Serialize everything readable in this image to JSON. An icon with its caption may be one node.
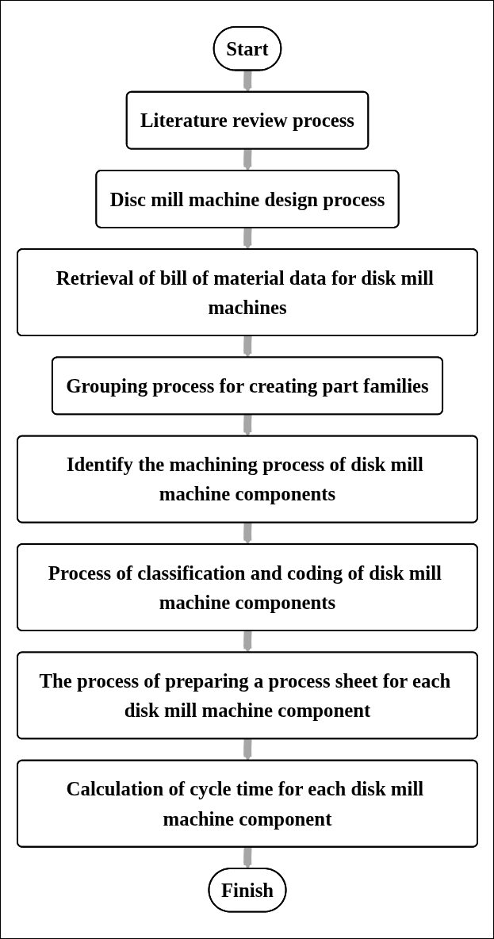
{
  "diagram": {
    "nodes": [
      {
        "text": [
          "Start"
        ]
      },
      {
        "text": [
          "Literature review process"
        ]
      },
      {
        "text": [
          "Disc mill machine design process"
        ]
      },
      {
        "text": [
          "Retrieval of bill of material data for disk mill machines"
        ]
      },
      {
        "text": [
          "Grouping process for creating part families"
        ]
      },
      {
        "text": [
          "Identify the machining process of disk mill machine components"
        ]
      },
      {
        "text": [
          "Process of classification and coding of disk mill machine components"
        ]
      },
      {
        "text": [
          "The process of preparing a process sheet for each disk mill machine component"
        ]
      },
      {
        "text": [
          "Calculation of cycle time for each disk mill machine component"
        ]
      },
      {
        "text": [
          "Finish"
        ]
      }
    ],
    "edges": [
      {
        "from": 0,
        "to": 1,
        "arrow": "to"
      },
      {
        "from": 1,
        "to": 2,
        "arrow": "to"
      },
      {
        "from": 2,
        "to": 3,
        "arrow": "to"
      },
      {
        "from": 3,
        "to": 4,
        "arrow": "to"
      },
      {
        "from": 4,
        "to": 5,
        "arrow": "to"
      },
      {
        "from": 5,
        "to": 6,
        "arrow": "to"
      },
      {
        "from": 6,
        "to": 7,
        "arrow": "to"
      },
      {
        "from": 7,
        "to": 8,
        "arrow": "to"
      },
      {
        "from": 8,
        "to": 9,
        "arrow": "to"
      }
    ]
  }
}
